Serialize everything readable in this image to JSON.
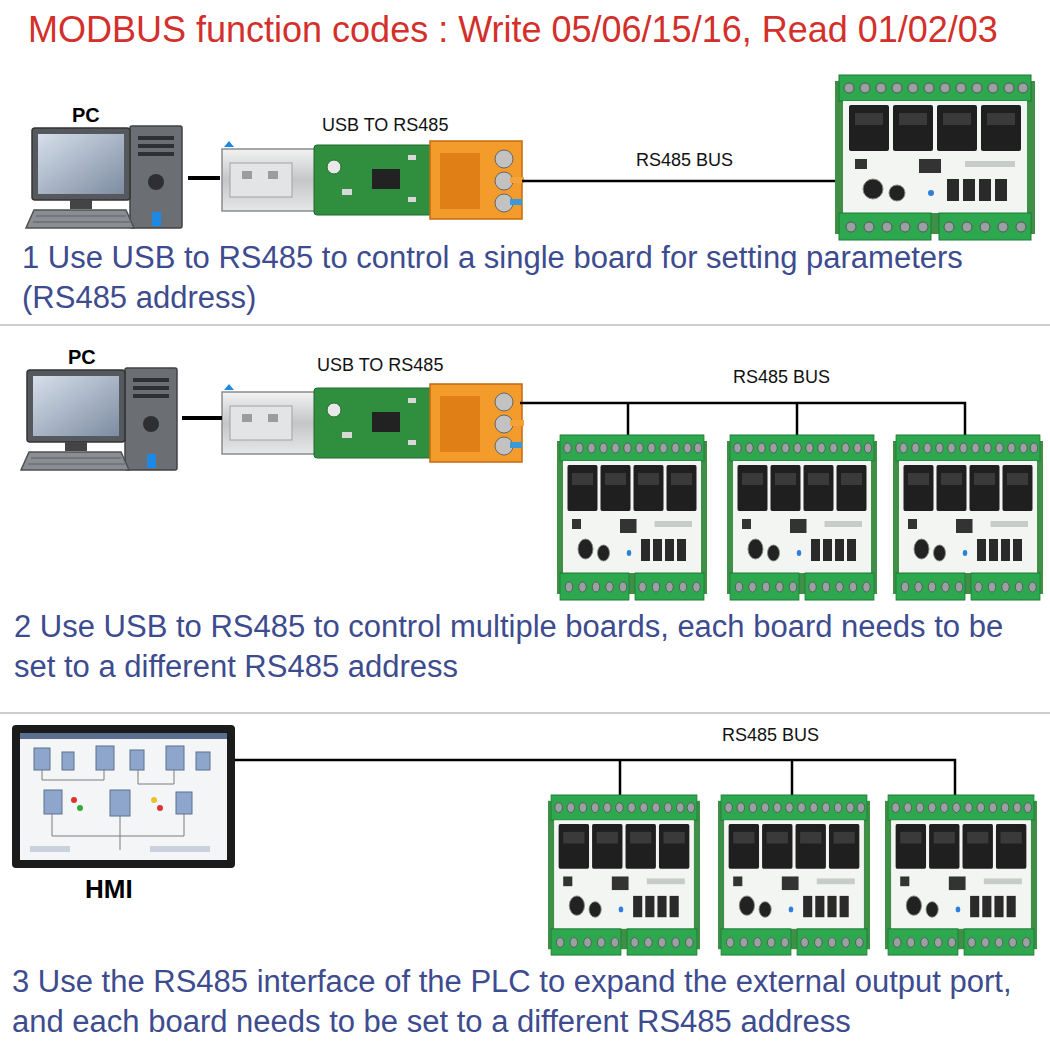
{
  "diagram": {
    "title": "MODBUS function codes : Write 05/06/15/16, Read 01/02/03",
    "nodes": [
      {
        "text": [
          "PC"
        ]
      },
      {
        "text": [
          "USB TO RS485"
        ]
      },
      {
        "text": [
          "PC"
        ]
      },
      {
        "text": [
          "USB TO RS485"
        ]
      },
      {
        "text": [
          "HMI"
        ]
      }
    ],
    "edges": [
      {
        "from": 0,
        "to": 1,
        "arrow": "none"
      },
      {
        "from": 2,
        "to": 3,
        "arrow": "none"
      }
    ],
    "labels": [
      "RS485 BUS",
      "1 Use USB to RS485 to control a single board for setting parameters (RS485 address)",
      "RS485 BUS",
      "2 Use USB to RS485 to control multiple boards, each board needs to be set to a different RS485 address",
      "RS485 BUS",
      "3 Use the RS485 interface of the PLC to expand the external output port, and each board needs to be set to a different RS485 address"
    ]
  }
}
